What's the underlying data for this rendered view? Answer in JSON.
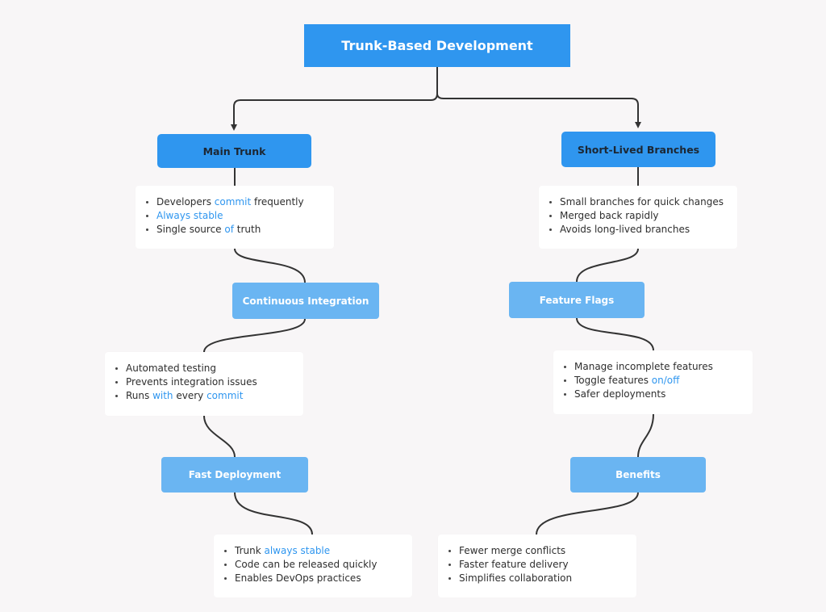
{
  "title": "Trunk-Based Development",
  "colors": {
    "primary_blue": "#2f96ef",
    "light_blue": "#6ab5f2",
    "highlight_text": "#2f96ef",
    "background": "#f8f6f7",
    "connector": "#333333"
  },
  "left": {
    "main_trunk": {
      "label": "Main Trunk",
      "items": [
        [
          {
            "t": "Developers "
          },
          {
            "t": "commit",
            "hl": true
          },
          {
            "t": " frequently"
          }
        ],
        [
          {
            "t": "Always stable",
            "hl": true
          }
        ],
        [
          {
            "t": "Single source "
          },
          {
            "t": "of",
            "hl": true
          },
          {
            "t": " truth"
          }
        ]
      ]
    },
    "continuous_integration": {
      "label": "Continuous Integration",
      "items": [
        [
          {
            "t": "Automated testing"
          }
        ],
        [
          {
            "t": "Prevents integration issues"
          }
        ],
        [
          {
            "t": "Runs "
          },
          {
            "t": "with",
            "hl": true
          },
          {
            "t": " every "
          },
          {
            "t": "commit",
            "hl": true
          }
        ]
      ]
    },
    "fast_deployment": {
      "label": "Fast Deployment",
      "items": [
        [
          {
            "t": "Trunk "
          },
          {
            "t": "always stable",
            "hl": true
          }
        ],
        [
          {
            "t": "Code can be released quickly"
          }
        ],
        [
          {
            "t": "Enables DevOps practices"
          }
        ]
      ]
    }
  },
  "right": {
    "short_lived_branches": {
      "label": "Short-Lived Branches",
      "items": [
        [
          {
            "t": "Small branches for quick changes"
          }
        ],
        [
          {
            "t": "Merged back rapidly"
          }
        ],
        [
          {
            "t": "Avoids long-lived branches"
          }
        ]
      ]
    },
    "feature_flags": {
      "label": "Feature Flags",
      "items": [
        [
          {
            "t": "Manage incomplete features"
          }
        ],
        [
          {
            "t": "Toggle features "
          },
          {
            "t": "on/off",
            "hl": true
          }
        ],
        [
          {
            "t": "Safer deployments"
          }
        ]
      ]
    },
    "benefits": {
      "label": "Benefits",
      "items": [
        [
          {
            "t": "Fewer merge conflicts"
          }
        ],
        [
          {
            "t": "Faster feature delivery"
          }
        ],
        [
          {
            "t": "Simplifies collaboration"
          }
        ]
      ]
    }
  }
}
